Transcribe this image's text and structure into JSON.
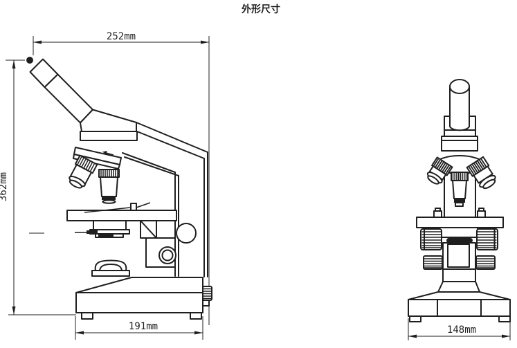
{
  "title": "外形尺寸",
  "colors": {
    "line": "#1f1f1f",
    "background": "#ffffff"
  },
  "views": {
    "side": {
      "dimensions": {
        "overall_width": "252mm",
        "overall_height": "362mm",
        "base_width": "191mm"
      }
    },
    "front": {
      "dimensions": {
        "base_width": "148mm"
      }
    }
  }
}
